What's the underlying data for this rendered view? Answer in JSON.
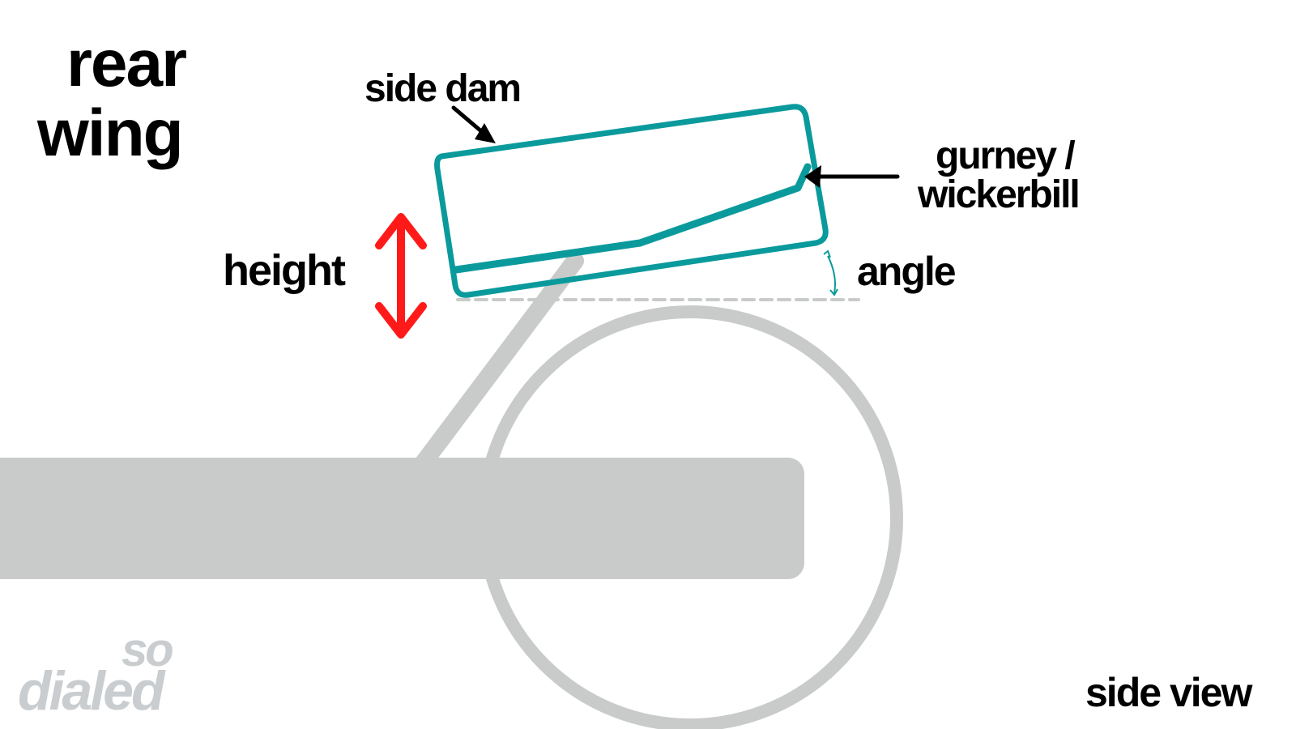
{
  "title": {
    "line1": "rear",
    "line2": "wing"
  },
  "labels": {
    "side_dam": "side dam",
    "gurney": "gurney /",
    "wickerbill": "wickerbill",
    "height": "height",
    "angle": "angle",
    "view": "side view"
  },
  "logo": {
    "line1": "so",
    "line2": "dialed"
  },
  "colors": {
    "wing": "#0a9a9c",
    "body": "#c8cbca",
    "height_arrow": "#ff1a1a",
    "text": "#000000"
  }
}
